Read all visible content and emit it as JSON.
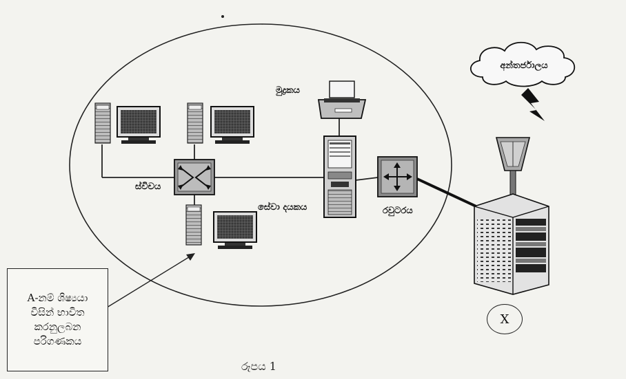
{
  "labels": {
    "switch": "ස්විචය",
    "printer": "මුද්‍රකය",
    "server": "සේවා දයකය",
    "router": "රවුටරය",
    "internet": "අන්තර්ජාලය",
    "x_node": "X",
    "caption": "රූපය  1"
  },
  "student_box": {
    "line1": "A-නම් ශිෂ්‍යයා",
    "line2": "විසින් භාවිත",
    "line3": "කරනුලබන",
    "line4": "පරිගණකය"
  },
  "colors": {
    "ink": "#111111",
    "paper": "#f3f3ef",
    "screen": "#3a3a3a"
  }
}
